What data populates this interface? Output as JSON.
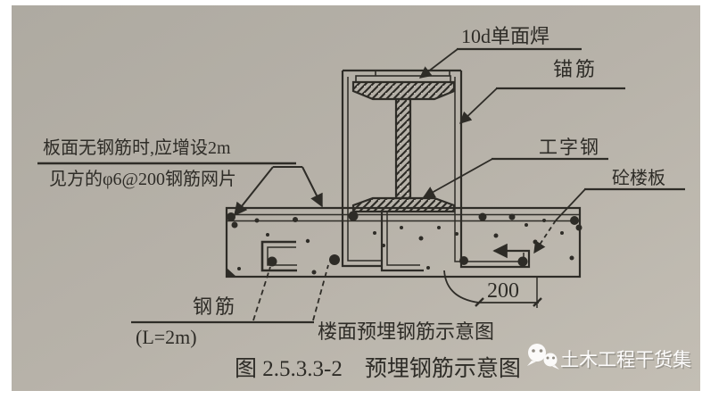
{
  "figure": {
    "note": {
      "line1": "板面无钢筋时,应增设2m",
      "line2": "见方的φ6@200钢筋网片"
    },
    "labels": {
      "weld": "10d单面焊",
      "anchor": "锚筋",
      "ibeam": "工字钢",
      "slab": "砼楼板",
      "rebar": "钢筋",
      "rebar_length": "(L=2m)",
      "sub_caption": "楼面预埋钢筋示意图",
      "dim": "200"
    },
    "caption": "图 2.5.3.3-2　预埋钢筋示意图",
    "watermark": {
      "icon": "wechat-icon",
      "text": "土木工程干货集"
    },
    "colors": {
      "paper_light": "#c3beb4",
      "paper_dark": "#aeaaa1",
      "ink": "#2e2c27",
      "watermark_text": "#ffffff"
    }
  }
}
